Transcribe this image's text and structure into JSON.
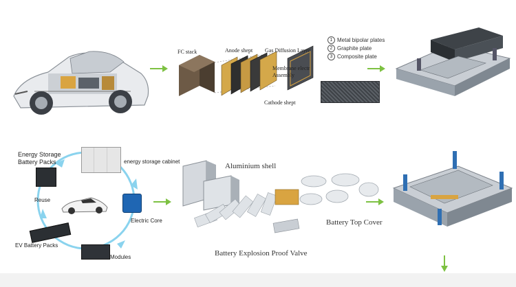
{
  "colors": {
    "arrow": "#7dc142",
    "cycle_arrow": "#8ad3ee",
    "metal": "#9aa3ac",
    "dark": "#2b2f33"
  },
  "fuel_cell": {
    "fc_stack": "FC stack",
    "anode": "Anode shept",
    "gdl": "Gas Diffusion Layer",
    "membrane_line1": "Membrane electr",
    "membrane_line2": "Assembly",
    "cathode": "Cathode shept",
    "bipolar_plates": [
      {
        "num": "1",
        "label": "Metal bipolar plates"
      },
      {
        "num": "2",
        "label": "Graphite plate"
      },
      {
        "num": "3",
        "label": "Composite plate"
      }
    ]
  },
  "battery_cycle": {
    "energy_storage_line1": "Energy Storage",
    "energy_storage_line2": "Battery Packs",
    "cabinet": "energy storage cabinet",
    "reuse": "Reuse",
    "electric_core": "Electric Core",
    "ev_packs": "EV Battery Packs",
    "modules": "Modules"
  },
  "battery_parts": {
    "aluminium_shell": "Aluminium shell",
    "top_cover": "Battery Top Cover",
    "explosion_valve": "Battery Explosion Proof Valve"
  }
}
